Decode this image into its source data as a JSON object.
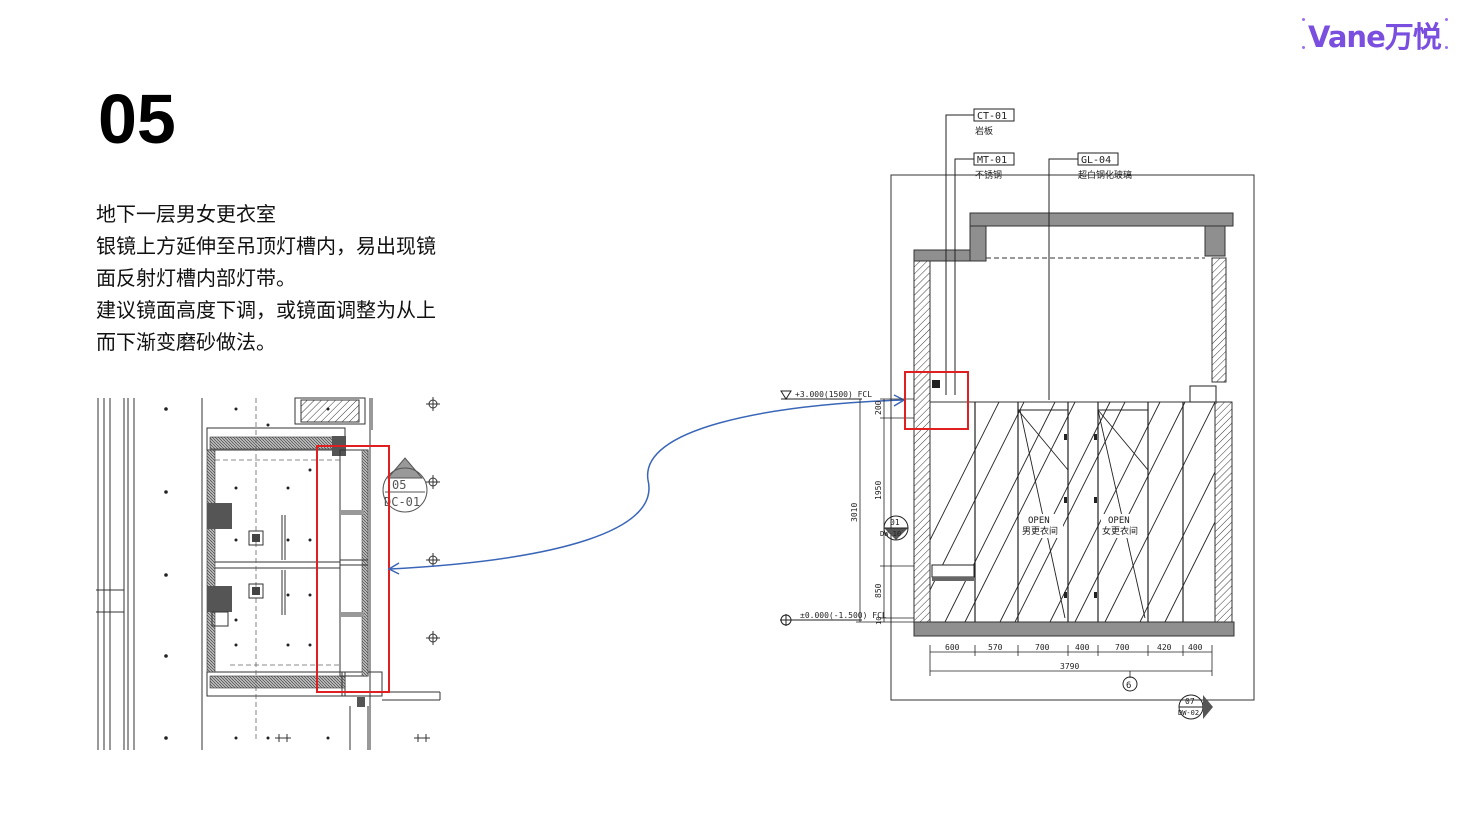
{
  "brand": {
    "logo_text": "Vane万悦",
    "accent_color": "#7a4fe0"
  },
  "slide": {
    "number": "05"
  },
  "description": {
    "lines": [
      "地下一层男女更衣室",
      "银镜上方延伸至吊顶灯槽内，易出现镜",
      "面反射灯槽内部灯带。",
      "建议镜面高度下调，或镜面调整为从上",
      "而下渐变磨砂做法。"
    ]
  },
  "plan": {
    "section_tag_top": "05",
    "section_tag_bottom": "DC-01",
    "highlight_color": "#e02020"
  },
  "elevation": {
    "material_tags": [
      {
        "code": "CT-01",
        "name": "岩板"
      },
      {
        "code": "MT-01",
        "name": "不锈钢"
      },
      {
        "code": "GL-04",
        "name": "超白钢化玻璃"
      }
    ],
    "level_top": "+3.000(1500) FCL",
    "level_bottom": "±0.000(-1.500) FCL",
    "vertical_dims": [
      "200",
      "1950",
      "850",
      "10"
    ],
    "total_height": "3010",
    "horizontal_dims": [
      "600",
      "570",
      "700",
      "400",
      "700",
      "420",
      "400"
    ],
    "total_width": "3790",
    "grid_label": "6",
    "door_labels": [
      {
        "open": "OPEN",
        "name": "男更衣间"
      },
      {
        "open": "OPEN",
        "name": "女更衣间"
      }
    ],
    "section_tag_left": {
      "top": "01",
      "bottom": "DW-10"
    },
    "section_tag_right": {
      "top": "07",
      "bottom": "DW-02"
    },
    "highlight_color": "#e02020"
  },
  "connector": {
    "color": "#3a66b8"
  }
}
